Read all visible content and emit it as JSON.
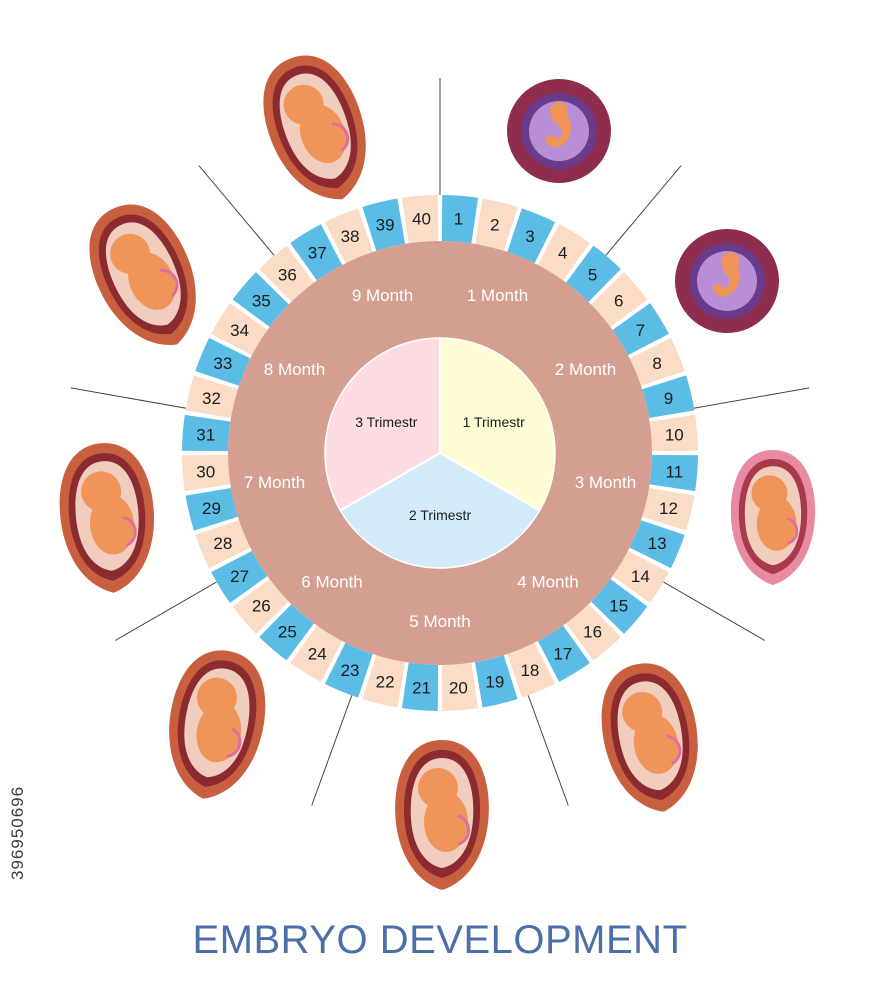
{
  "title": "EMBRYO DEVELOPMENT",
  "stock_id": "396950696",
  "weeks": [
    "1",
    "2",
    "3",
    "4",
    "5",
    "6",
    "7",
    "8",
    "9",
    "10",
    "11",
    "12",
    "13",
    "14",
    "15",
    "16",
    "17",
    "18",
    "19",
    "20",
    "21",
    "22",
    "23",
    "24",
    "25",
    "26",
    "27",
    "28",
    "29",
    "30",
    "31",
    "32",
    "33",
    "34",
    "35",
    "36",
    "37",
    "38",
    "39",
    "40"
  ],
  "months": [
    "1 Month",
    "2 Month",
    "3 Month",
    "4 Month",
    "5 Month",
    "6 Month",
    "7 Month",
    "8 Month",
    "9 Month"
  ],
  "trimesters": [
    "1 Trimestr",
    "2 Trimestr",
    "3 Trimestr"
  ],
  "colors": {
    "week_blue": "#5bbce6",
    "week_peach": "#fbdcc7",
    "month_ring": "#d49f90",
    "divider": "#444444",
    "trimester_1": "#fdfcd5",
    "trimester_2": "#d4ebfa",
    "trimester_3": "#fddde3",
    "title": "#4b6fa8",
    "womb_outer": "#c8603f",
    "womb_inner": "#8b2b2f",
    "early_sac": "#8e2d4e",
    "embryo_skin": "#f0955a"
  },
  "embryo_illustrations": [
    {
      "stage": "month-1",
      "style": "early"
    },
    {
      "stage": "month-2",
      "style": "early"
    },
    {
      "stage": "month-3",
      "style": "pink"
    },
    {
      "stage": "month-4",
      "style": "womb"
    },
    {
      "stage": "month-5",
      "style": "womb"
    },
    {
      "stage": "month-6",
      "style": "womb"
    },
    {
      "stage": "month-7",
      "style": "womb"
    },
    {
      "stage": "month-8",
      "style": "womb"
    },
    {
      "stage": "month-9",
      "style": "womb"
    }
  ]
}
